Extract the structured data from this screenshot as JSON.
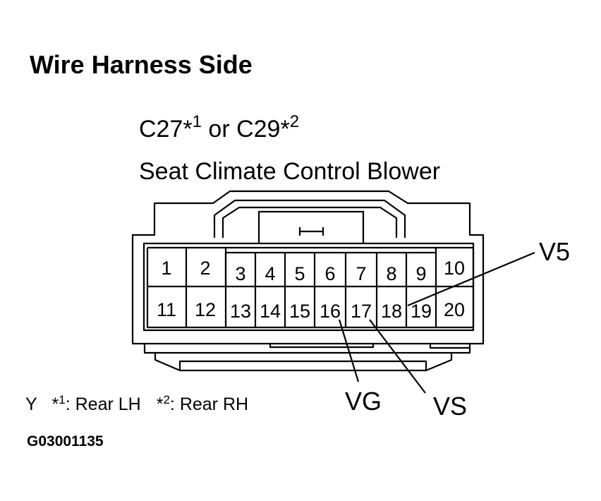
{
  "heading": "Wire Harness Side",
  "connector": {
    "id_a": "C27",
    "mark_a": "*",
    "sup_a": "1",
    "joiner": " or ",
    "id_b": "C29",
    "mark_b": "*",
    "sup_b": "2",
    "name": "Seat Climate Control Blower"
  },
  "pins": {
    "top": [
      "1",
      "2",
      "3",
      "4",
      "5",
      "6",
      "7",
      "8",
      "9",
      "10"
    ],
    "bottom": [
      "11",
      "12",
      "13",
      "14",
      "15",
      "16",
      "17",
      "18",
      "19",
      "20"
    ]
  },
  "wires": {
    "v5": "V5",
    "vg": "VG",
    "vs": "VS"
  },
  "note": {
    "y": "Y",
    "mark1": "*",
    "sup1": "1",
    "text1": ": Rear LH",
    "mark2": "*",
    "sup2": "2",
    "text2": ": Rear RH"
  },
  "figure_code": "G03001135"
}
